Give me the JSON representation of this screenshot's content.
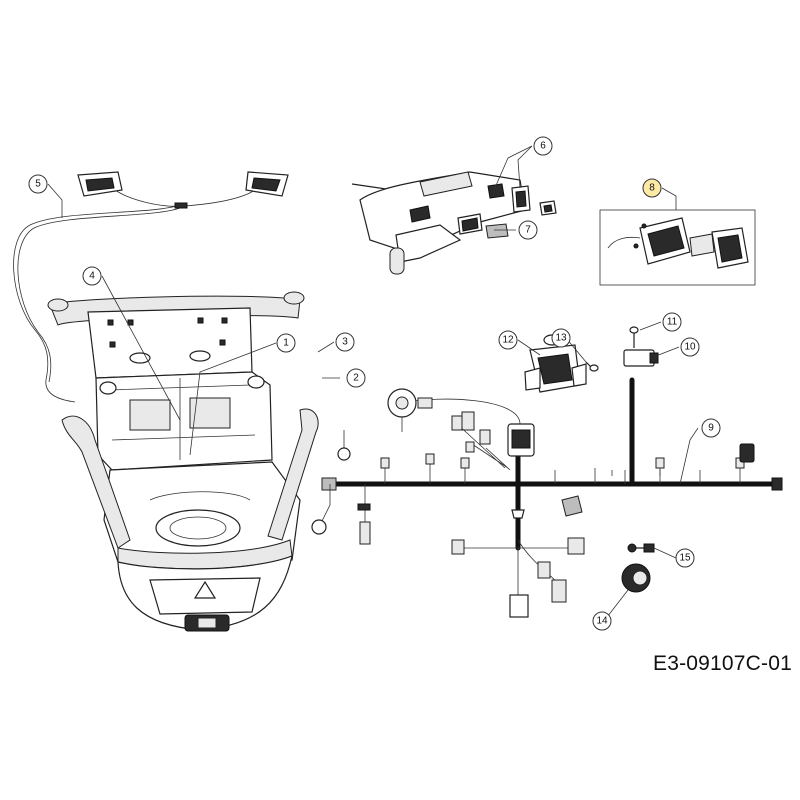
{
  "drawing_code": "E3-09107C-01",
  "callouts": [
    {
      "label": "1"
    },
    {
      "label": "2"
    },
    {
      "label": "3"
    },
    {
      "label": "4"
    },
    {
      "label": "5"
    },
    {
      "label": "6"
    },
    {
      "label": "7"
    },
    {
      "label": "8",
      "highlight": "#fde9a6"
    },
    {
      "label": "9"
    },
    {
      "label": "10"
    },
    {
      "label": "11"
    },
    {
      "label": "12"
    },
    {
      "label": "13"
    },
    {
      "label": "14"
    },
    {
      "label": "15"
    }
  ]
}
